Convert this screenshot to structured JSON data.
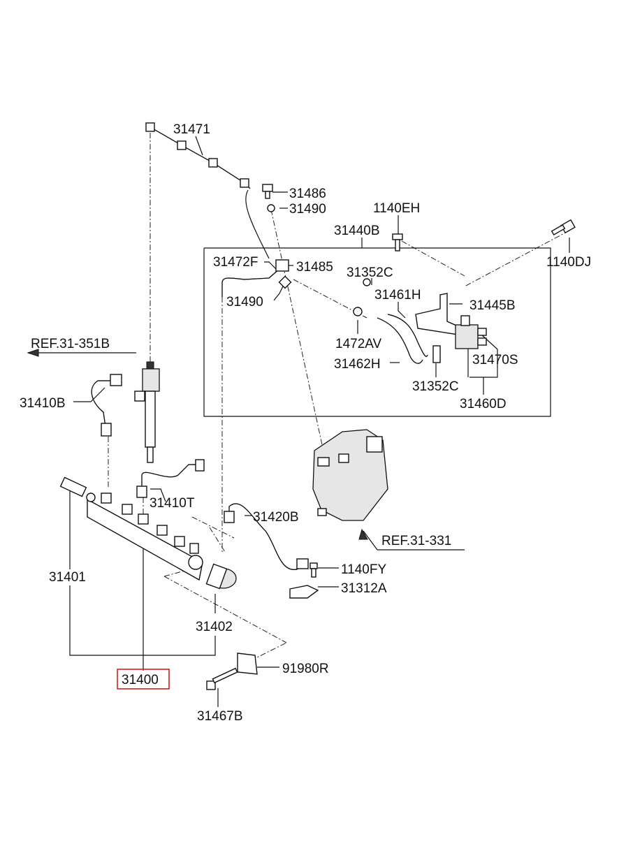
{
  "labels": {
    "p31471": "31471",
    "p31486": "31486",
    "p31490a": "31490",
    "p1140EH": "1140EH",
    "p31440B": "31440B",
    "p1140DJ": "1140DJ",
    "p31472F": "31472F",
    "p31485": "31485",
    "p31352C_top": "31352C",
    "p31461H": "31461H",
    "p31445B": "31445B",
    "p31490b": "31490",
    "p1472AV": "1472AV",
    "p31462H": "31462H",
    "p31470S": "31470S",
    "p31352C_bot": "31352C",
    "p31460D": "31460D",
    "ref31351B": "REF.31-351B",
    "p31410B": "31410B",
    "p31410T": "31410T",
    "p31420B": "31420B",
    "ref31331": "REF.31-331",
    "p1140FY": "1140FY",
    "p31312A": "31312A",
    "p31401": "31401",
    "p31402": "31402",
    "p31400": "31400",
    "p91980R": "91980R",
    "p31467B": "31467B"
  },
  "highlight_label": "31400",
  "colors": {
    "highlight_box": "#cc2222",
    "line": "#111111",
    "background": "#ffffff"
  }
}
